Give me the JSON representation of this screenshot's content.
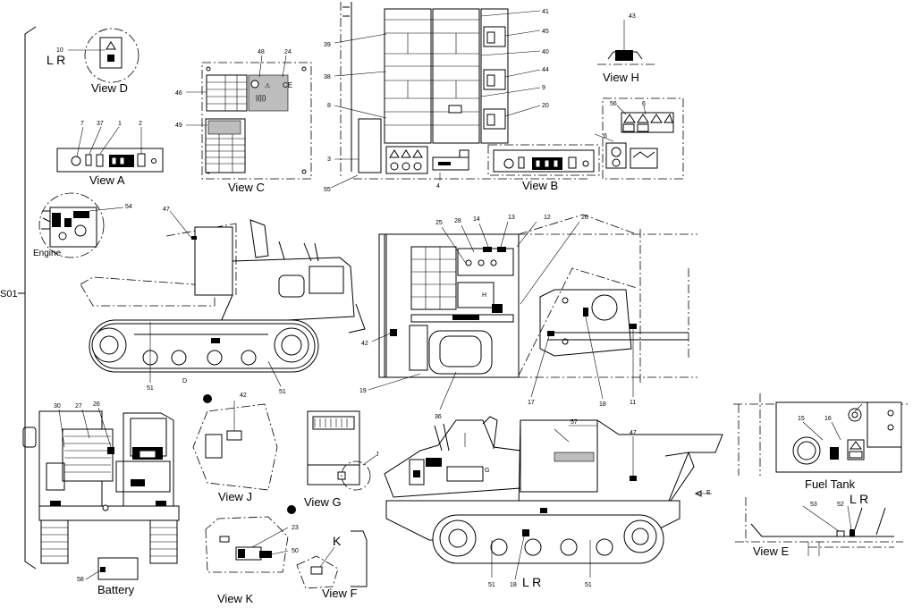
{
  "sheet_label": "S01",
  "views": {
    "view_d": "View D",
    "view_a": "View A",
    "view_c": "View C",
    "view_b": "View B",
    "view_h": "View H",
    "engine": "Engine",
    "view_j": "View J",
    "view_g": "View G",
    "view_k": "View K",
    "view_f": "View F",
    "battery": "Battery",
    "fuel_tank": "Fuel Tank",
    "view_e": "View E"
  },
  "lr_labels": {
    "view_d": "L R",
    "bottom_machine": "L R",
    "fuel_tank": "L R"
  },
  "letters": {
    "k": "K",
    "j": "J",
    "e": "E",
    "g": "G",
    "h": "H",
    "d": "D"
  },
  "callouts": {
    "c10": "10",
    "c7": "7",
    "c37": "37",
    "c1": "1",
    "c2": "2",
    "c48": "48",
    "c24": "24",
    "c46": "46",
    "c49": "49",
    "c41": "41",
    "c39": "39",
    "c45": "45",
    "c40": "40",
    "c38": "38",
    "c44": "44",
    "c9": "9",
    "c8": "8",
    "c20": "20",
    "c3": "3",
    "c55": "55",
    "c4": "4",
    "c43": "43",
    "c56": "56",
    "c6a": "6",
    "c6b": "6",
    "c54": "54",
    "c47a": "47",
    "c25": "25",
    "c28": "28",
    "c14": "14",
    "c13": "13",
    "c12": "12",
    "c26a": "26",
    "c42a": "42",
    "c19": "19",
    "c36": "36",
    "c17": "17",
    "c18a": "18",
    "c11": "11",
    "c51a": "51",
    "c51b": "51",
    "c30": "30",
    "c27": "27",
    "c26b": "26",
    "c42b": "42",
    "c23": "23",
    "c50": "50",
    "c58": "58",
    "c57": "57",
    "c47b": "47",
    "c15": "15",
    "c16": "16",
    "c53": "53",
    "c52": "52",
    "c51c": "51",
    "c18b": "18",
    "c51d": "51"
  }
}
